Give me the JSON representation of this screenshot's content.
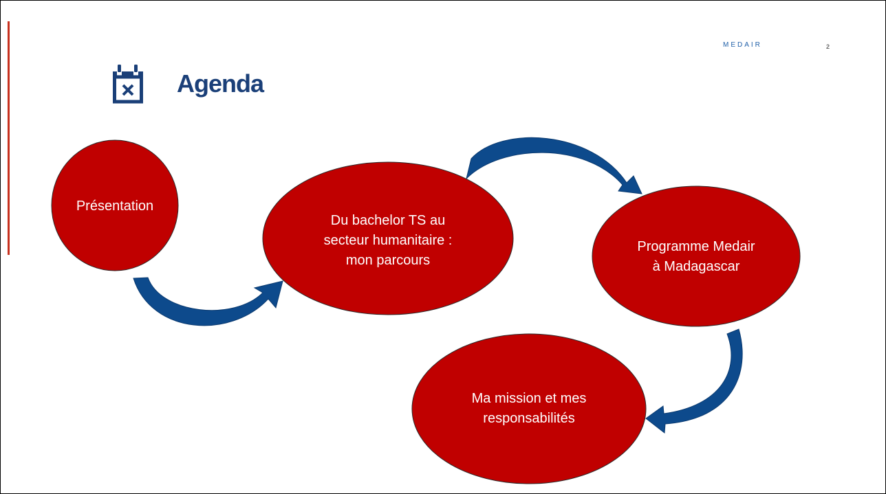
{
  "header": {
    "brand": "MEDAIR",
    "page_number": "2",
    "title": "Agenda",
    "title_icon": "calendar-x-icon"
  },
  "colors": {
    "brand": "#1f5fa8",
    "title": "#1a3f78",
    "node_fill": "#c00000",
    "node_stroke": "#2a2a2a",
    "node_text": "#ffffff",
    "arrow": "#0d4a8c",
    "accent": "#c8311f"
  },
  "diagram": {
    "nodes": [
      {
        "id": "presentation",
        "lines": [
          "Présentation"
        ]
      },
      {
        "id": "parcours",
        "lines": [
          "Du bachelor TS au",
          "secteur humanitaire :",
          "mon parcours"
        ]
      },
      {
        "id": "programme",
        "lines": [
          "Programme Medair",
          "à Madagascar"
        ]
      },
      {
        "id": "mission",
        "lines": [
          "Ma mission et mes",
          "responsabilités"
        ]
      }
    ],
    "edges": [
      {
        "from": "presentation",
        "to": "parcours"
      },
      {
        "from": "parcours",
        "to": "programme"
      },
      {
        "from": "programme",
        "to": "mission"
      }
    ]
  }
}
